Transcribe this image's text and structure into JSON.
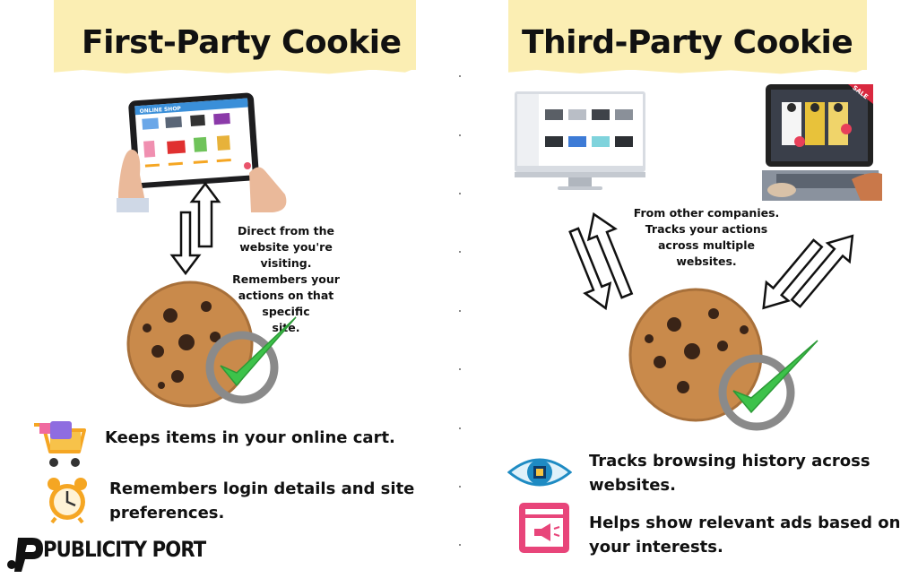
{
  "left": {
    "title": "First-Party Cookie",
    "description": [
      "Direct from the",
      "website you're visiting.",
      "Remembers your",
      "actions on that specific",
      "site."
    ],
    "features": [
      {
        "icon": "shopping-cart-icon",
        "lines": [
          "Keeps items in your online cart."
        ]
      },
      {
        "icon": "alarm-clock-icon",
        "lines": [
          "Remembers login details and site",
          "preferences."
        ]
      }
    ]
  },
  "right": {
    "title": "Third-Party Cookie",
    "description": [
      "From other companies.",
      "Tracks your actions",
      "across multiple",
      "websites."
    ],
    "features": [
      {
        "icon": "eye-chip-icon",
        "lines": [
          "Tracks browsing history across",
          "websites."
        ]
      },
      {
        "icon": "ad-browser-icon",
        "lines": [
          "Helps show relevant ads based on",
          "your interests."
        ]
      }
    ]
  },
  "tablet_screen": {
    "shop_label": "ONLINE SHOP"
  },
  "laptop_screen": {
    "badge": "SALE"
  },
  "brand": {
    "name": "PUBLICITY PORT"
  },
  "colors": {
    "banner": "#fbeeb3",
    "check": "#3dc24a",
    "cookie": "#c98a4b",
    "ad_icon": "#e8457a"
  }
}
